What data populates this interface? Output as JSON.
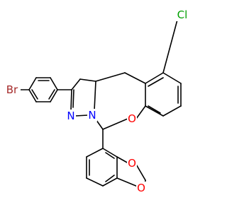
{
  "molecule": {
    "atoms": [
      {
        "id": "Br",
        "label": "Br",
        "color": "#a52a2a"
      },
      {
        "id": "Cl",
        "label": "Cl",
        "color": "#00a000"
      },
      {
        "id": "N1",
        "label": "N",
        "color": "#0000ff"
      },
      {
        "id": "N2",
        "label": "N",
        "color": "#0000ff"
      },
      {
        "id": "O1",
        "label": "O",
        "color": "#ff0000"
      },
      {
        "id": "O2",
        "label": "O",
        "color": "#ff0000"
      },
      {
        "id": "O3",
        "label": "O",
        "color": "#ff0000"
      }
    ],
    "bond_color": "#000000"
  }
}
